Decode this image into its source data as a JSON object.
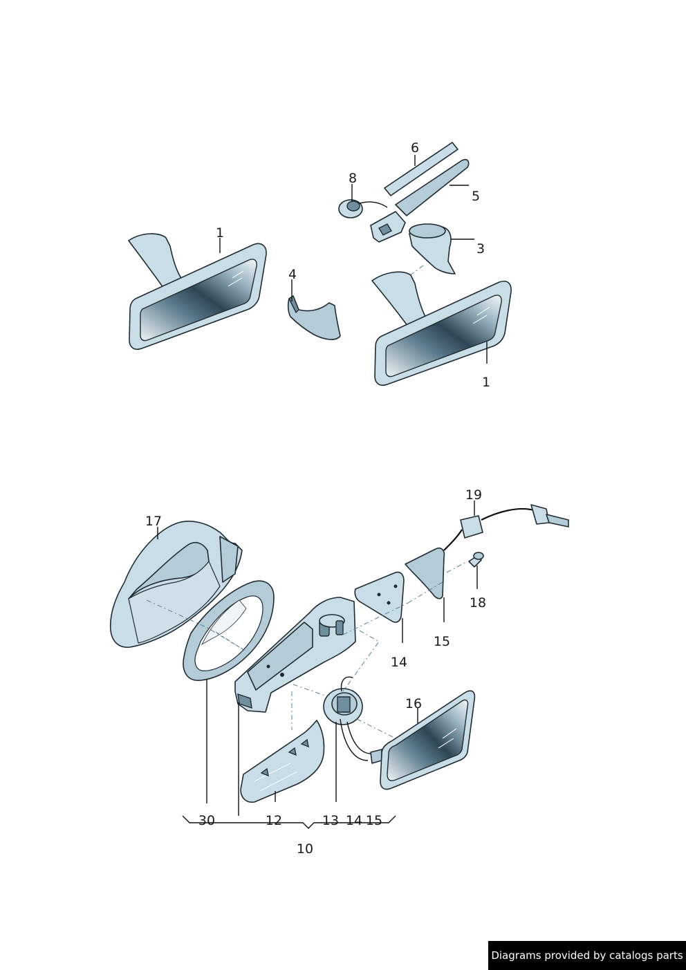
{
  "callouts": {
    "top": {
      "c6": "6",
      "c8": "8",
      "c5": "5",
      "c1a": "1",
      "c3": "3",
      "c4": "4",
      "c1b": "1"
    },
    "bottom": {
      "c19": "19",
      "c17": "17",
      "c18": "18",
      "c15": "15",
      "c14": "14",
      "c16": "16",
      "b30": "30",
      "b12": "12",
      "b13": "13",
      "b14": "14",
      "b15": "15",
      "b10": "10"
    }
  },
  "credit": "Diagrams provided by catalogs parts",
  "colors": {
    "part_fill": "#c9dde7",
    "outline": "#1f2a30",
    "glass_dark": "#2e4654",
    "background": "#ffffff"
  }
}
